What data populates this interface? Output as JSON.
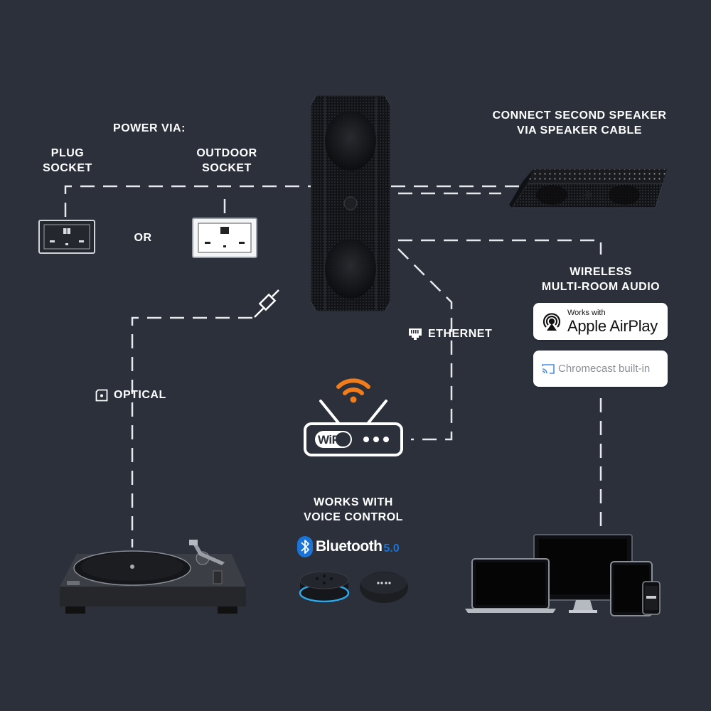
{
  "power": {
    "title": "POWER VIA:",
    "plug_line1": "PLUG",
    "plug_line2": "SOCKET",
    "outdoor_line1": "OUTDOOR",
    "outdoor_line2": "SOCKET",
    "or": "OR"
  },
  "second_speaker": {
    "line1": "CONNECT SECOND SPEAKER",
    "line2": "VIA SPEAKER CABLE"
  },
  "wireless": {
    "line1": "WIRELESS",
    "line2": "MULTI-ROOM AUDIO"
  },
  "airplay": {
    "small": "Works with",
    "big": "Apple AirPlay"
  },
  "chromecast": {
    "label": "Chromecast built-in"
  },
  "ethernet": {
    "label": "ETHERNET"
  },
  "optical": {
    "label": "OPTICAL"
  },
  "router": {
    "wifi_text": "WiFi"
  },
  "voice": {
    "line1": "WORKS WITH",
    "line2": "VOICE CONTROL"
  },
  "bluetooth": {
    "name": "Bluetooth",
    "version": "5.0"
  },
  "colors": {
    "background": "#2b303b",
    "wifi_orange": "#f07d1a",
    "bluetooth_blue": "#1a73d6",
    "echo_ring": "#2fa8e8",
    "chromecast_blue": "#4a8fe0"
  },
  "icons": {
    "optical": "optical-port-icon",
    "ethernet": "ethernet-port-icon",
    "airplay": "airplay-icon",
    "chromecast": "cast-icon",
    "bluetooth": "bluetooth-icon",
    "wifi": "wifi-signal-icon"
  }
}
